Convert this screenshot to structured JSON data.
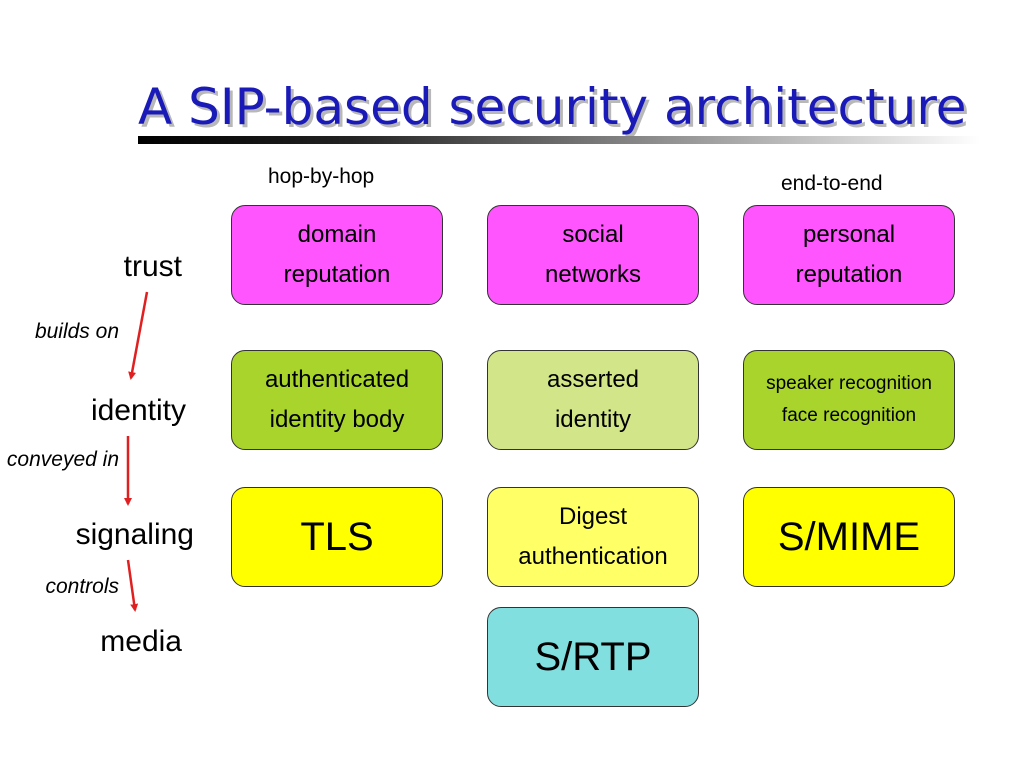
{
  "title": "A SIP-based security architecture",
  "columns": {
    "left": "hop-by-hop",
    "right": "end-to-end"
  },
  "layers": {
    "trust": "trust",
    "identity": "identity",
    "signaling": "signaling",
    "media": "media"
  },
  "connectors": {
    "builds_on": "builds on",
    "conveyed_in": "conveyed in",
    "controls": "controls"
  },
  "boxes": {
    "trust": {
      "col1": [
        "domain",
        "reputation"
      ],
      "col2": [
        "social",
        "networks"
      ],
      "col3": [
        "personal",
        "reputation"
      ]
    },
    "identity": {
      "col1": [
        "authenticated",
        "identity body"
      ],
      "col2": [
        "asserted",
        "identity"
      ],
      "col3": [
        "speaker recognition",
        "face recognition"
      ]
    },
    "signaling": {
      "col1": "TLS",
      "col2": [
        "Digest",
        "authentication"
      ],
      "col3": "S/MIME"
    },
    "media": {
      "col2": "S/RTP"
    }
  },
  "colors": {
    "title": "#1a1ab8",
    "trust_box": "#ff55ff",
    "identity_box_dark": "#a8d42c",
    "identity_box_light": "#d2e588",
    "signaling_box": "#ffff00",
    "signaling_box_light": "#ffff66",
    "media_box": "#82dfe0",
    "arrow": "#e02020"
  }
}
